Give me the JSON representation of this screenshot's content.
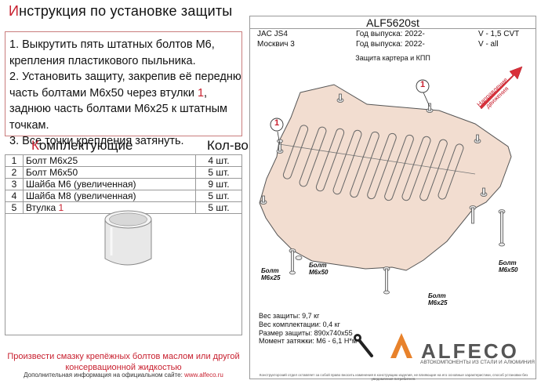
{
  "title": {
    "first": "И",
    "rest": "нструкция по установке защиты"
  },
  "steps": [
    "1. Выкрутить пять штатных болтов М6, крепления пластикового пыльника.",
    "2. Установить защиту, закрепив её передню часть болтами М6х50 через втулки",
    "1",
    ", заднюю часть болтами М6х25 к штатным точкам.",
    "3. Все точки крепления затянуть."
  ],
  "kit": {
    "title_first": "К",
    "title_rest": "омплектующие",
    "qty_title": "Кол-во",
    "rows": [
      {
        "n": "1",
        "name": "Болт М6х25",
        "qty": "4 шт."
      },
      {
        "n": "2",
        "name": "Болт М6х50",
        "qty": "5 шт."
      },
      {
        "n": "3",
        "name": "Шайба М6 (увеличенная)",
        "qty": "9 шт."
      },
      {
        "n": "4",
        "name": "Шайба М8 (увеличенная)",
        "qty": "5 шт."
      },
      {
        "n": "5",
        "name": "Втулка",
        "name_num": "1",
        "qty": "5 шт."
      }
    ]
  },
  "footer": {
    "warning": "Произвести смазку крепёжных болтов маслом или другой консервационной жидкостью",
    "info_prefix": "Дополнительная информация на официальном сайте:",
    "info_link": "www.alfeco.ru"
  },
  "right": {
    "code": "ALF5620st",
    "header": [
      {
        "model": "JAC JS4",
        "year": "Год выпуска: 2022-",
        "engine": "V - 1,5 CVT"
      },
      {
        "model": "Москвич 3",
        "year": "Год выпуска: 2022-",
        "engine": "V - all"
      }
    ],
    "subtitle": "Защита картера и КПП",
    "direction": "Направление движения",
    "callouts": [
      {
        "number": "1"
      },
      {
        "number": "1"
      }
    ],
    "bolt_labels": [
      {
        "line1": "Болт",
        "line2": "М6х25"
      },
      {
        "line1": "Болт",
        "line2": "М6х50"
      },
      {
        "line1": "Болт",
        "line2": "М6х25"
      },
      {
        "line1": "Болт",
        "line2": "М6х50"
      }
    ],
    "specs": [
      "Вес защиты: 9,7 кг",
      "Вес комплектации: 0,4 кг",
      "Размер защиты: 890х740х55",
      "Момент затяжки: М6 - 6,1 Н*м"
    ],
    "brand": "ALFECO",
    "brand_sub": "АВТОКОМПОНЕНТЫ ИЗ СТАЛИ И АЛЮМИНИЯ",
    "disclaimer": "Конструкторский отдел оставляет за собой право вносить изменения в конструкцию изделия, не влияющие на его основные характеристики, способ установки без уведомления потребителя."
  },
  "colors": {
    "accent": "#c8202f",
    "plate": "#f2ddd0",
    "brand_orange": "#e8822b"
  }
}
